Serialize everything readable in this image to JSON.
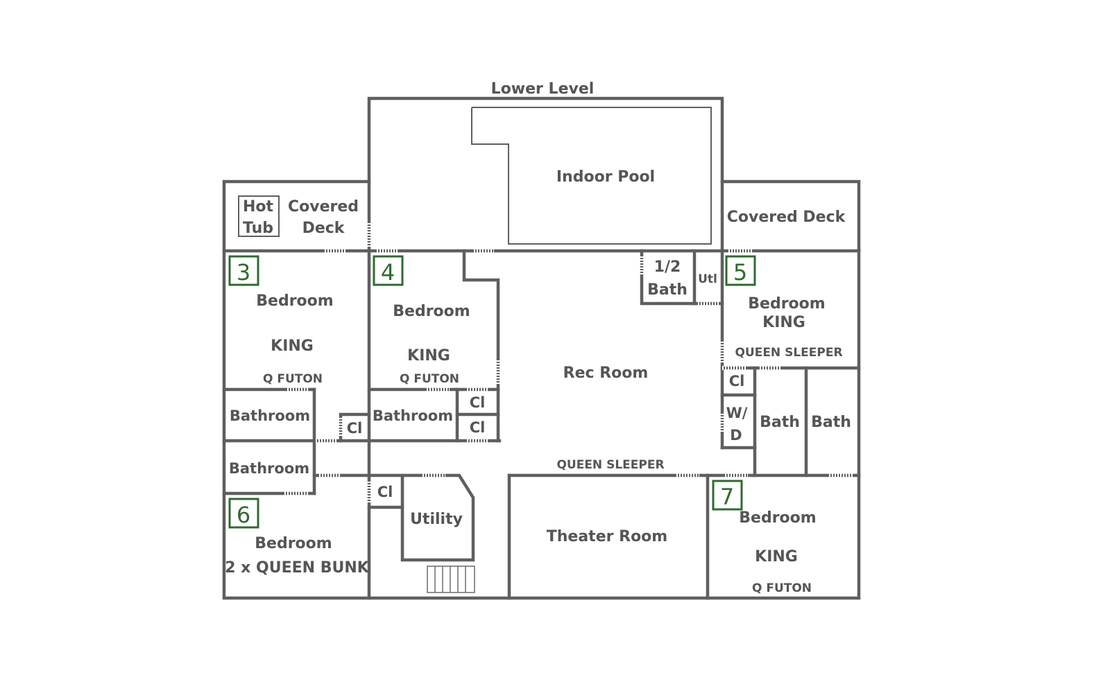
{
  "title": "Lower Level",
  "rooms": {
    "indoor_pool": "Indoor Pool",
    "hot_tub": [
      "Hot",
      "Tub"
    ],
    "covered_deck_left": [
      "Covered",
      "Deck"
    ],
    "covered_deck_right": "Covered Deck",
    "bedroom3": {
      "number": "3",
      "name": "Bedroom",
      "bed": "KING",
      "extra": "Q FUTON"
    },
    "bedroom4": {
      "number": "4",
      "name": "Bedroom",
      "bed": "KING",
      "extra": "Q FUTON"
    },
    "bedroom5": {
      "number": "5",
      "name": "Bedroom",
      "bed": "KING",
      "extra": "QUEEN SLEEPER"
    },
    "bedroom6": {
      "number": "6",
      "name": "Bedroom",
      "bed": "2 x QUEEN BUNK"
    },
    "bedroom7": {
      "number": "7",
      "name": "Bedroom",
      "bed": "KING",
      "extra": "Q FUTON"
    },
    "half_bath": [
      "1/2",
      "Bath"
    ],
    "utl": "Utl",
    "rec_room": "Rec Room",
    "rec_sleeper": "QUEEN SLEEPER",
    "bathroom_a": "Bathroom",
    "bathroom_b": "Bathroom",
    "bathroom_c": "Bathroom",
    "closet": "Cl",
    "wd": [
      "W/",
      "D"
    ],
    "bath_a": "Bath",
    "bath_b": "Bath",
    "utility": "Utility",
    "theater": "Theater Room"
  }
}
